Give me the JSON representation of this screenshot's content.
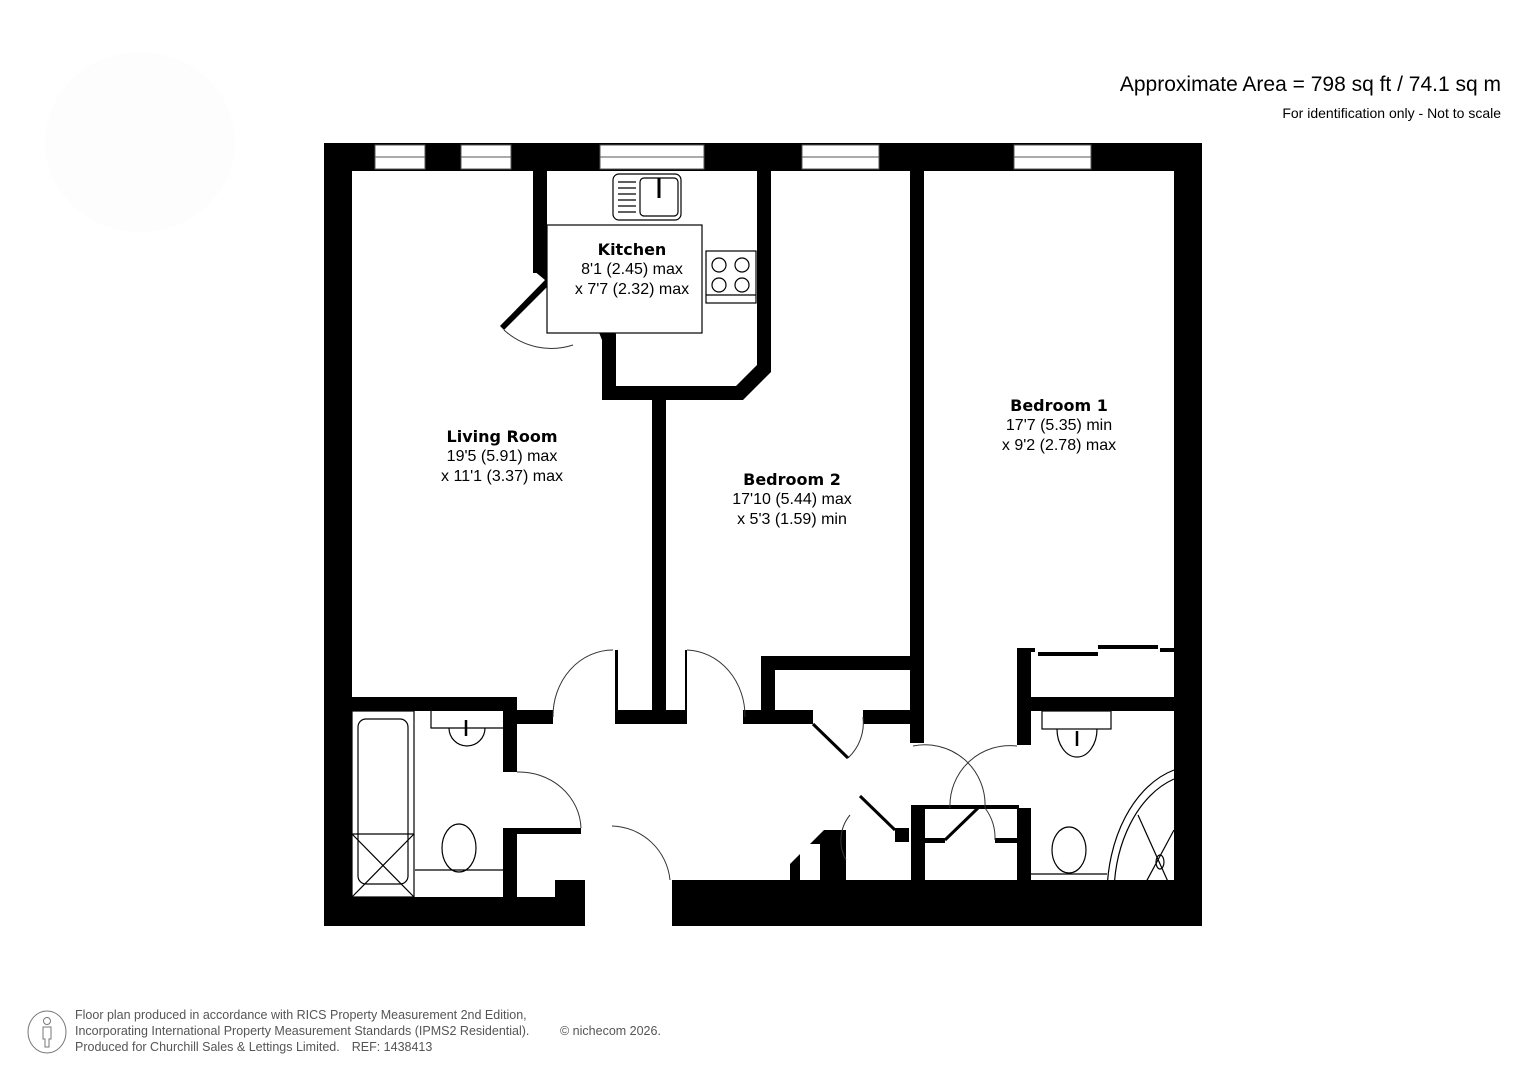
{
  "header": {
    "area": "Approximate Area = 798 sq ft / 74.1 sq m",
    "disclaimer": "For identification only - Not to scale"
  },
  "rooms": {
    "living_room": {
      "name": "Living Room",
      "dim1": "19'5 (5.91) max",
      "dim2": "x 11'1 (3.37) max"
    },
    "kitchen": {
      "name": "Kitchen",
      "dim1": "8'1 (2.45) max",
      "dim2": "x 7'7 (2.32) max"
    },
    "bedroom2": {
      "name": "Bedroom 2",
      "dim1": "17'10 (5.44) max",
      "dim2": "x 5'3 (1.59) min"
    },
    "bedroom1": {
      "name": "Bedroom 1",
      "dim1": "17'7 (5.35) min",
      "dim2": "x 9'2 (2.78) max"
    }
  },
  "fixtures": [
    "bath-icon",
    "basin-icon",
    "toilet-icon",
    "sink-icon",
    "hob-icon",
    "shower-icon",
    "wardrobe-icon"
  ],
  "footer": {
    "line1": "Floor plan produced in accordance with RICS Property Measurement 2nd Edition,",
    "line2": "Incorporating International Property Measurement Standards (IPMS2 Residential).",
    "line3": "Produced for Churchill Sales & Lettings Limited.",
    "ref": "REF: 1438413",
    "copyright": "© nichecom 2026."
  },
  "colors": {
    "wall": "#000000",
    "background": "#ffffff",
    "footer_text": "#555555"
  }
}
